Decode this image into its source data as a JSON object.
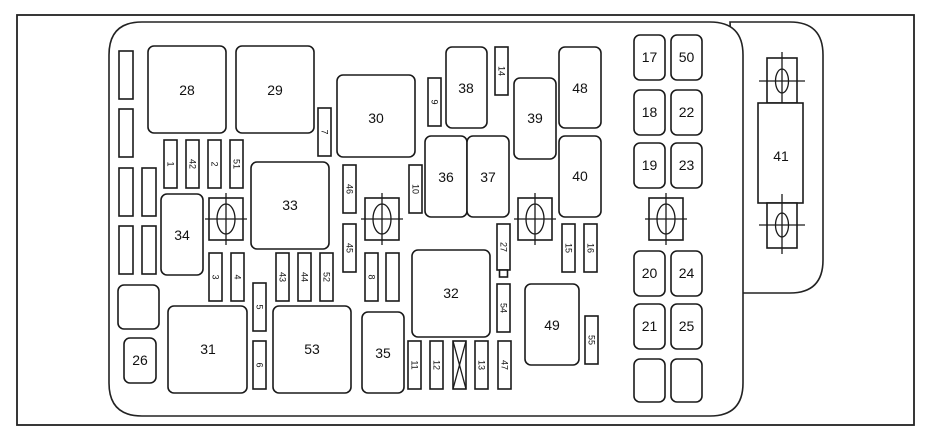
{
  "diagram": {
    "type": "fuse-block-layout",
    "relays": {
      "r28": "28",
      "r29": "29",
      "r30": "30",
      "r31": "31",
      "r32": "32",
      "r33": "33",
      "r34": "34",
      "r35": "35",
      "r36": "36",
      "r37": "37",
      "r38": "38",
      "r39": "39",
      "r40": "40",
      "r48": "48",
      "r49": "49",
      "r53": "53",
      "r26": "26"
    },
    "maxi_fuses": {
      "f17": "17",
      "f50": "50",
      "f18": "18",
      "f22": "22",
      "f19": "19",
      "f23": "23",
      "f20": "20",
      "f24": "24",
      "f21": "21",
      "f25": "25"
    },
    "mini_fuses": {
      "f1": "1",
      "f42": "42",
      "f2": "2",
      "f51": "51",
      "f7": "7",
      "f3": "3",
      "f4": "4",
      "f43": "43",
      "f44": "44",
      "f52": "52",
      "f5": "5",
      "f6": "6",
      "f46": "46",
      "f45": "45",
      "f8": "8",
      "f9": "9",
      "f10": "10",
      "f14": "14",
      "f27": "27",
      "f54": "54",
      "f15": "15",
      "f16": "16",
      "f55": "55",
      "f11": "11",
      "f12": "12",
      "f13": "13",
      "f47": "47"
    },
    "mega_fuse": {
      "f41": "41"
    }
  }
}
